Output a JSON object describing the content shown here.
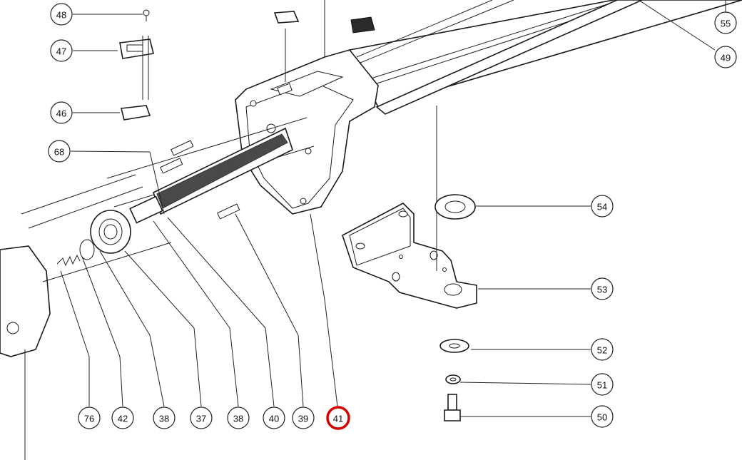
{
  "highlight_color": "#d40000",
  "callouts": [
    {
      "id": "c48",
      "label": "48"
    },
    {
      "id": "c47",
      "label": "47"
    },
    {
      "id": "c46",
      "label": "46"
    },
    {
      "id": "c68",
      "label": "68"
    },
    {
      "id": "c55",
      "label": "55"
    },
    {
      "id": "c49",
      "label": "49"
    },
    {
      "id": "c54",
      "label": "54"
    },
    {
      "id": "c53",
      "label": "53"
    },
    {
      "id": "c52",
      "label": "52"
    },
    {
      "id": "c51",
      "label": "51"
    },
    {
      "id": "c50",
      "label": "50"
    },
    {
      "id": "c76",
      "label": "76"
    },
    {
      "id": "c42",
      "label": "42"
    },
    {
      "id": "c38a",
      "label": "38"
    },
    {
      "id": "c37",
      "label": "37"
    },
    {
      "id": "c38b",
      "label": "38"
    },
    {
      "id": "c40",
      "label": "40"
    },
    {
      "id": "c39",
      "label": "39"
    },
    {
      "id": "c41",
      "label": "41",
      "highlighted": true
    }
  ]
}
